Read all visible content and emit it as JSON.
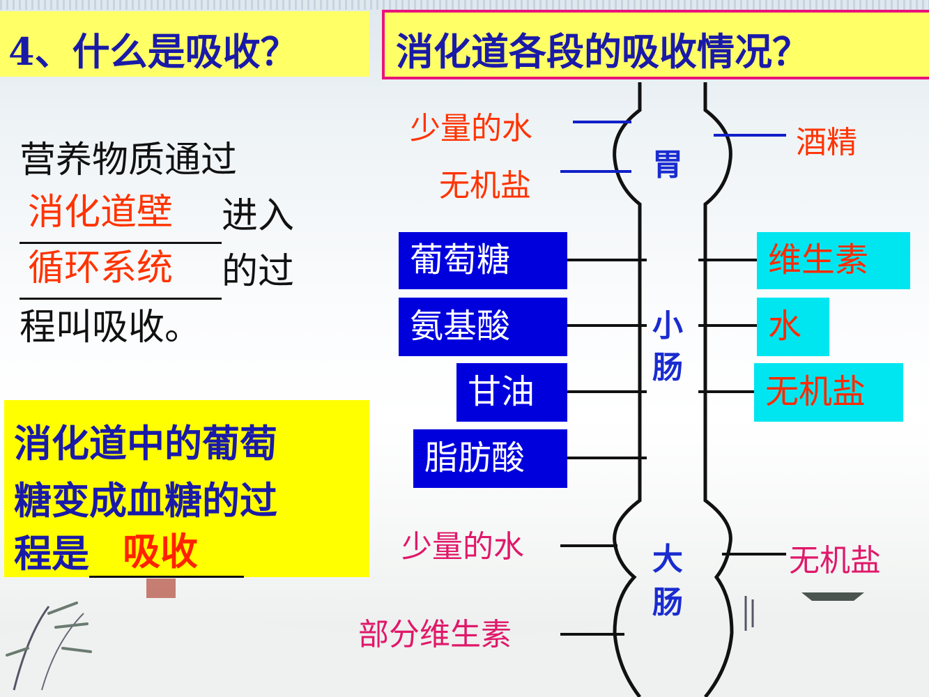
{
  "title_left": "4、什么是吸收？",
  "title_right": "消化道各段的吸收情况？",
  "definition": {
    "part1": "营养物质通过",
    "blank1": "消化道壁",
    "part2": "进入",
    "blank2": "循环系统",
    "part3": "的过",
    "part4": "程叫吸收。"
  },
  "question": {
    "line1": "消化道中的葡萄",
    "line2": "糖变成血糖的过",
    "line3": "程是",
    "answer": "吸收"
  },
  "organs": {
    "stomach": "胃",
    "small_intestine": "小肠",
    "large_intestine": "大肠"
  },
  "stomach_left": [
    "少量的水",
    "无机盐"
  ],
  "stomach_right": [
    "酒精"
  ],
  "small_intestine_left": [
    "葡萄糖",
    "氨基酸",
    "甘油",
    "脂肪酸"
  ],
  "small_intestine_right": [
    "维生素",
    "水",
    "无机盐"
  ],
  "large_intestine_left": [
    "少量的水",
    "部分维生素"
  ],
  "large_intestine_right": [
    "无机盐"
  ],
  "colors": {
    "title_bg": "#ffff66",
    "title_text": "#1a1aa8",
    "answer_text": "#ff3300",
    "box_blue": "#0000dd",
    "box_cyan": "#00e6f0",
    "pink_text": "#e0186a"
  }
}
